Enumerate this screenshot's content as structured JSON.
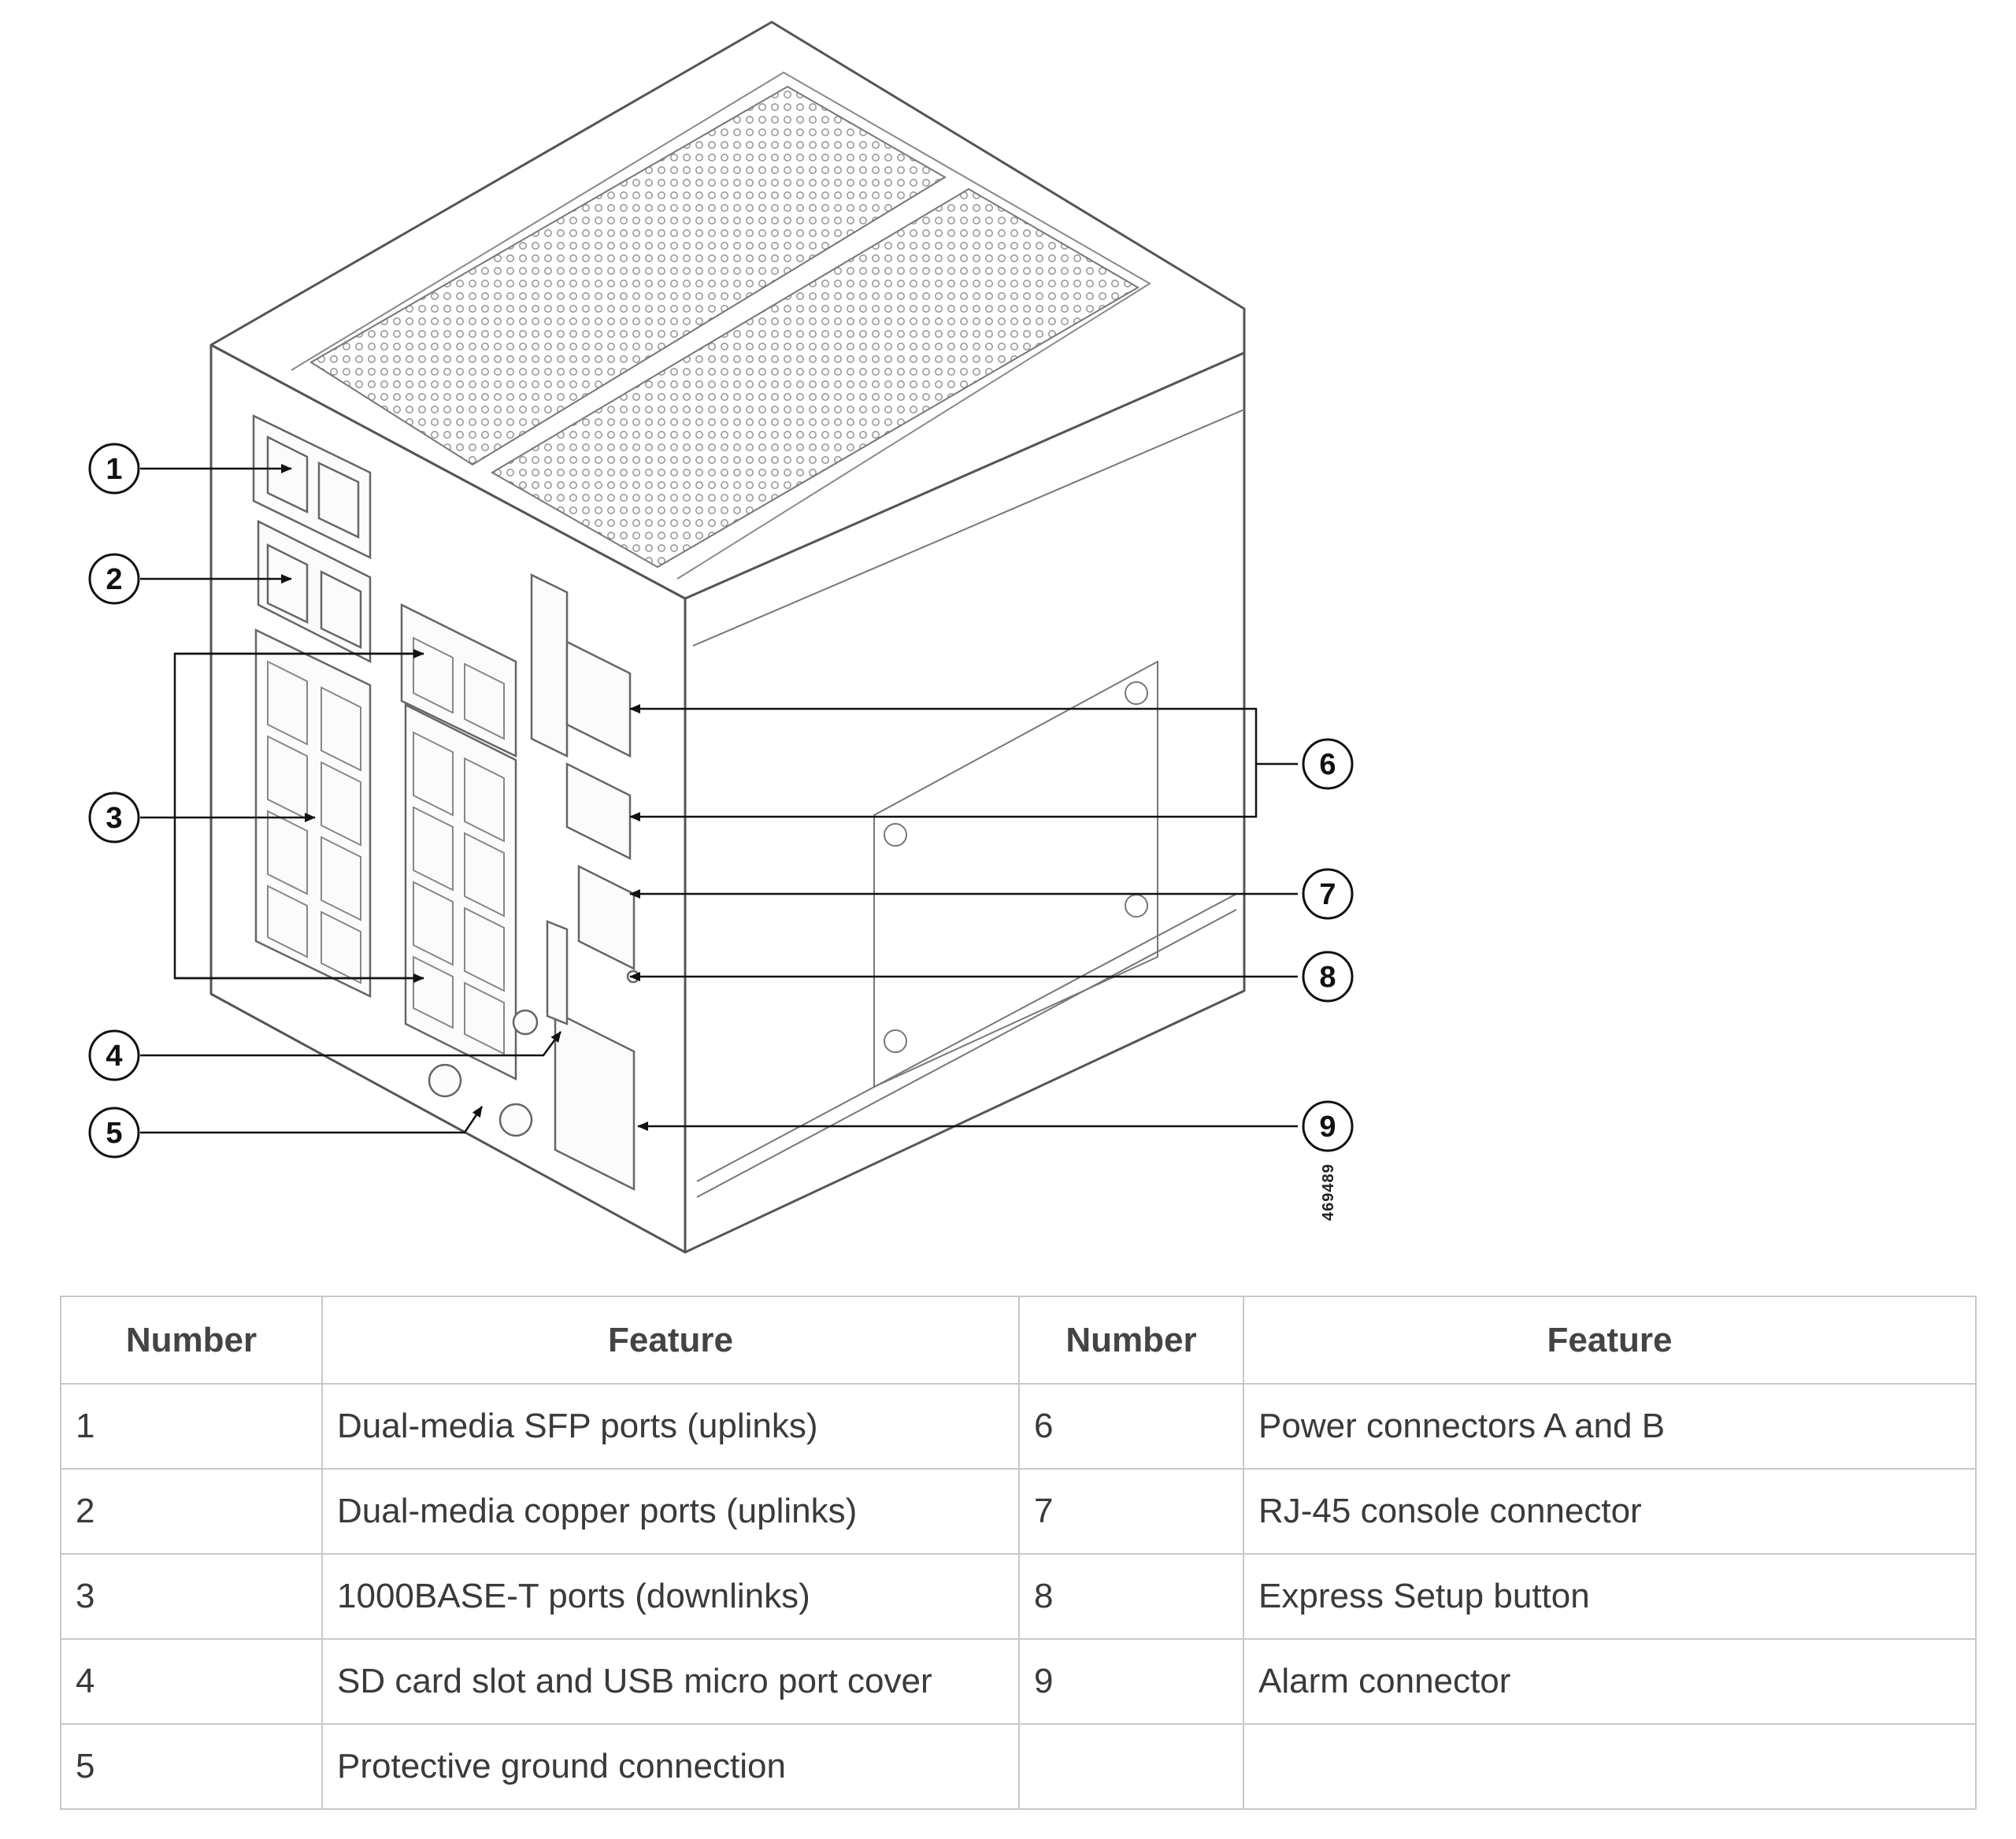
{
  "figure": {
    "id_label": "469489",
    "callouts": [
      "1",
      "2",
      "3",
      "4",
      "5",
      "6",
      "7",
      "8",
      "9"
    ]
  },
  "table": {
    "headers": [
      "Number",
      "Feature",
      "Number",
      "Feature"
    ],
    "rows": [
      [
        "1",
        "Dual-media SFP ports (uplinks)",
        "6",
        "Power connectors A and B"
      ],
      [
        "2",
        "Dual-media copper ports (uplinks)",
        "7",
        "RJ-45 console connector"
      ],
      [
        "3",
        "1000BASE-T ports (downlinks)",
        "8",
        "Express Setup button"
      ],
      [
        "4",
        "SD card slot and USB micro port cover",
        "9",
        "Alarm connector"
      ],
      [
        "5",
        "Protective ground connection",
        "",
        ""
      ]
    ]
  }
}
